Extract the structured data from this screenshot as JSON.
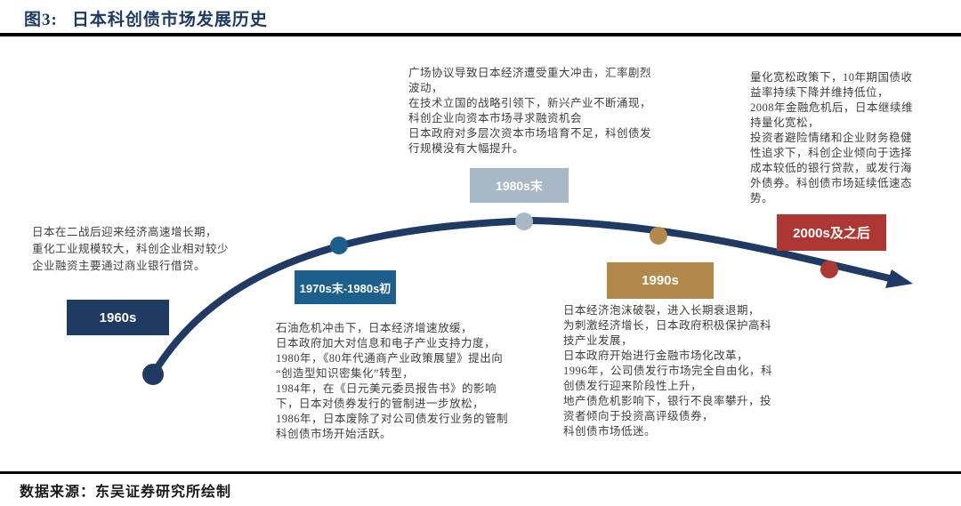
{
  "header": {
    "figure_label": "图3:",
    "title": "日本科创债市场发展历史"
  },
  "footer": {
    "source_label": "数据来源：东吴证券研究所绘制"
  },
  "colors": {
    "curve_navy": "#1F3A63",
    "steel_blue": "#1C5F8C",
    "gray_blue": "#A9B8C6",
    "gold": "#B3884B",
    "red": "#AE3733",
    "title_navy": "#1F3A63"
  },
  "timeline": {
    "periods": [
      {
        "label": "1960s",
        "color": "#1F3A63",
        "description": "日本在二战后迎来经济高速增长期，\n重化工业规模较大，科创企业相对较少\n企业融资主要通过商业银行借贷。"
      },
      {
        "label": "1970s末-1980s初",
        "color": "#1C5F8C",
        "description": "石油危机冲击下，日本经济增速放缓，\n日本政府加大对信息和电子产业支持力度，\n1980年，《80年代通商产业政策展望》提出向\n“创造型知识密集化”转型，\n1984年，在《日元美元委员报告书》的影响\n下，日本对债券发行的管制进一步放松，\n1986年，日本废除了对公司债发行业务的管制\n科创债市场开始活跃。"
      },
      {
        "label": "1980s末",
        "color": "#A9B8C6",
        "description": "广场协议导致日本经济遭受重大冲击，汇率剧烈\n波动，\n在技术立国的战略引领下，新兴产业不断涌现，\n科创企业向资本市场寻求融资机会\n日本政府对多层次资本市场培育不足，科创债发\n行规模没有大幅提升。"
      },
      {
        "label": "1990s",
        "color": "#B3884B",
        "description": "日本经济泡沫破裂，进入长期衰退期，\n为刺激经济增长，日本政府积极保护高科\n技产业发展，\n日本政府开始进行金融市场化改革，\n1996年，公司债发行市场完全自由化，科\n创债发行迎来阶段性上升，\n地产债危机影响下，银行不良率攀升，投\n资者倾向于投资高评级债券，\n科创债市场低迷。"
      },
      {
        "label": "2000s及之后",
        "color": "#AE3733",
        "description": "量化宽松政策下，10年期国债收\n益率持续下降并维持低位，\n2008年金融危机后，日本继续维\n持量化宽松，\n投资者避险情绪和企业财务稳健\n性追求下，科创企业倾向于选择\n成本较低的银行贷款，或发行海\n外债券。科创债市场延续低速态\n势。"
      }
    ]
  }
}
